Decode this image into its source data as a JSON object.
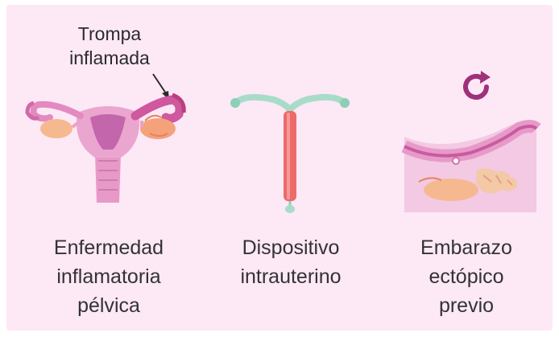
{
  "callout": {
    "line1": "Trompa",
    "line2": "inflamada"
  },
  "items": [
    {
      "icon": "uterus-icon",
      "lines": [
        "Enfermedad",
        "inflamatoria",
        "pélvica"
      ]
    },
    {
      "icon": "iud-icon",
      "lines": [
        "Dispositivo",
        "intrauterino"
      ]
    },
    {
      "icon": "fallopian-tube-icon",
      "lines": [
        "Embarazo",
        "ectópico",
        "previo"
      ]
    }
  ],
  "colors": {
    "background": "#fde8f6",
    "tissue_pink": "#e79ac8",
    "tissue_dark": "#c95aa0",
    "ovary_orange": "#f6b98f",
    "iud_red": "#ee6a6a",
    "iud_arms": "#a8dcc8",
    "recurrence_arrow": "#a0307a"
  }
}
